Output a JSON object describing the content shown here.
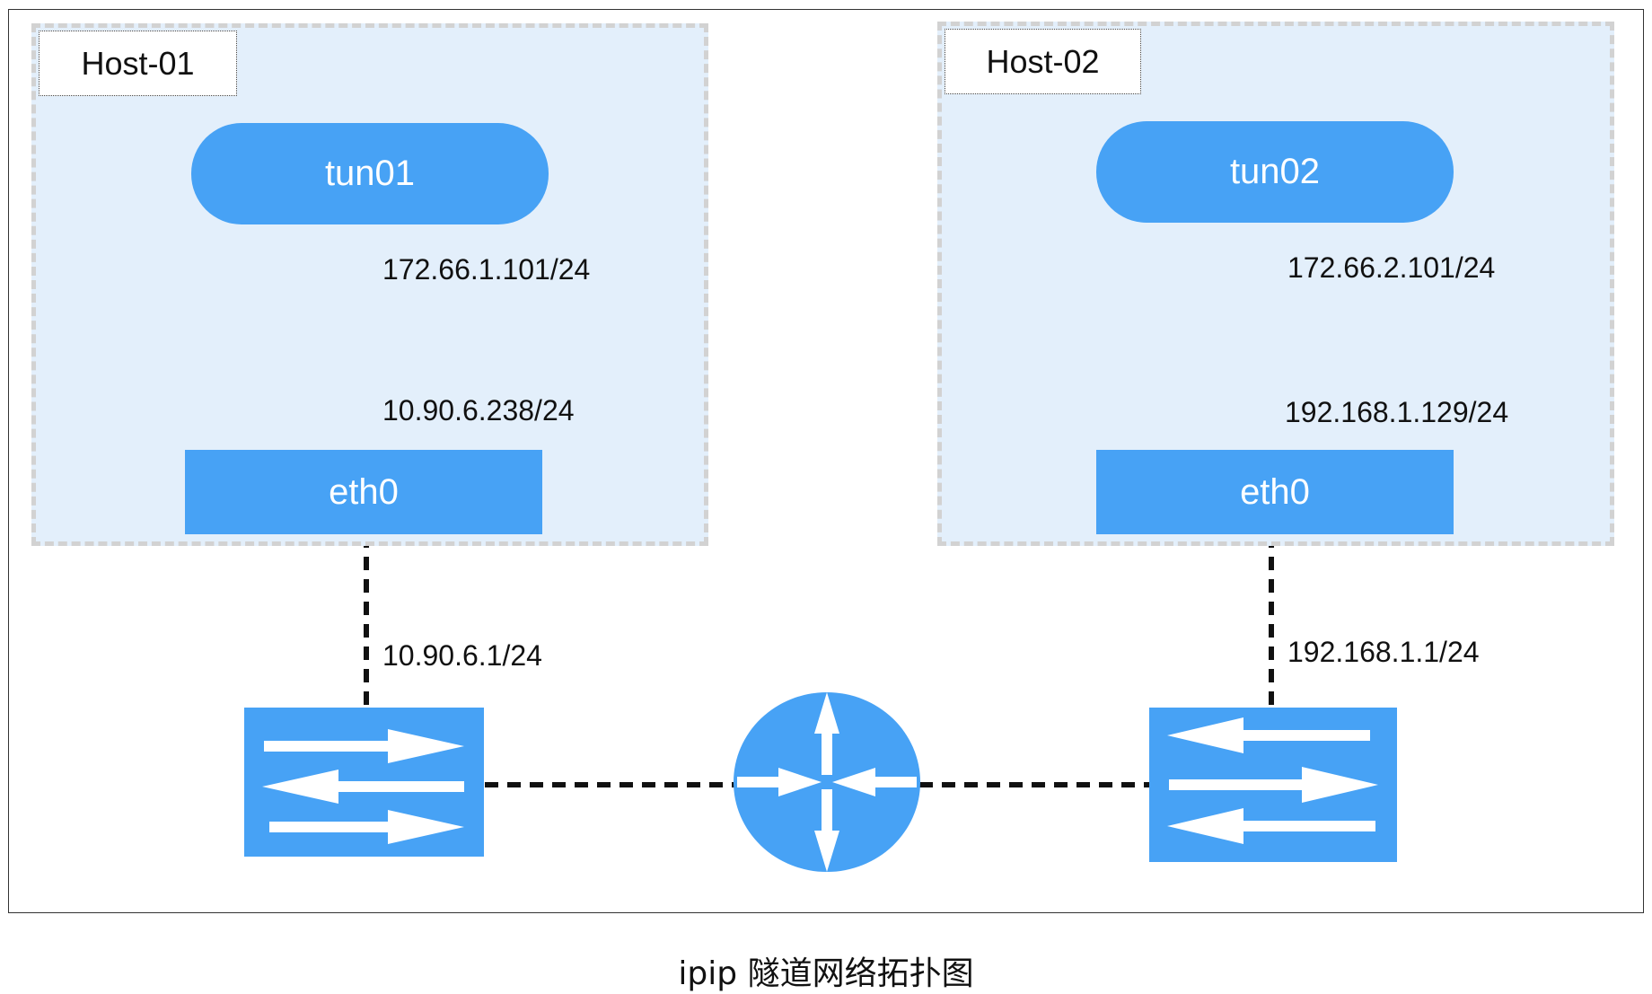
{
  "hosts": [
    {
      "label": "Host-01",
      "tun": "tun01",
      "eth": "eth0",
      "tun_ip": "172.66.1.101/24",
      "eth_ip": "10.90.6.238/24",
      "gateway_ip": "10.90.6.1/24"
    },
    {
      "label": "Host-02",
      "tun": "tun02",
      "eth": "eth0",
      "tun_ip": "172.66.2.101/24",
      "eth_ip": "192.168.1.129/24",
      "gateway_ip": "192.168.1.1/24"
    }
  ],
  "devices": {
    "left_switch_icon": "switch-icon",
    "router_icon": "router-icon",
    "right_switch_icon": "switch-icon"
  },
  "colors": {
    "accent": "#47a2f5",
    "host_bg": "#e3effb",
    "host_border": "#d2d2d2"
  },
  "caption": "ipip 隧道网络拓扑图"
}
